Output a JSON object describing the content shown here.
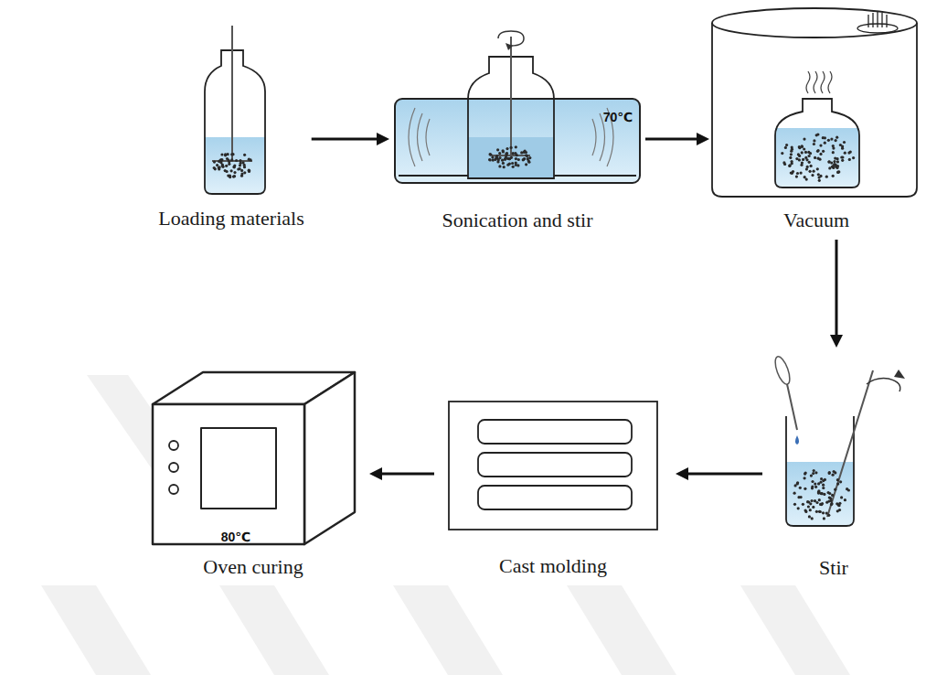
{
  "diagram": {
    "nodes": [
      {
        "text": [
          "Loading materials"
        ]
      },
      {
        "text": [
          "Sonication and stir",
          "70℃"
        ]
      },
      {
        "text": [
          "Vacuum"
        ]
      },
      {
        "text": [
          "Stir"
        ]
      },
      {
        "text": [
          "Cast molding"
        ]
      },
      {
        "text": [
          "Oven curing",
          "80℃"
        ]
      }
    ],
    "edges": [
      {
        "from": 0,
        "to": 1,
        "arrow": "to"
      },
      {
        "from": 1,
        "to": 2,
        "arrow": "to"
      },
      {
        "from": 2,
        "to": 3,
        "arrow": "to"
      },
      {
        "from": 3,
        "to": 4,
        "arrow": "to"
      },
      {
        "from": 4,
        "to": 5,
        "arrow": "to"
      }
    ]
  }
}
